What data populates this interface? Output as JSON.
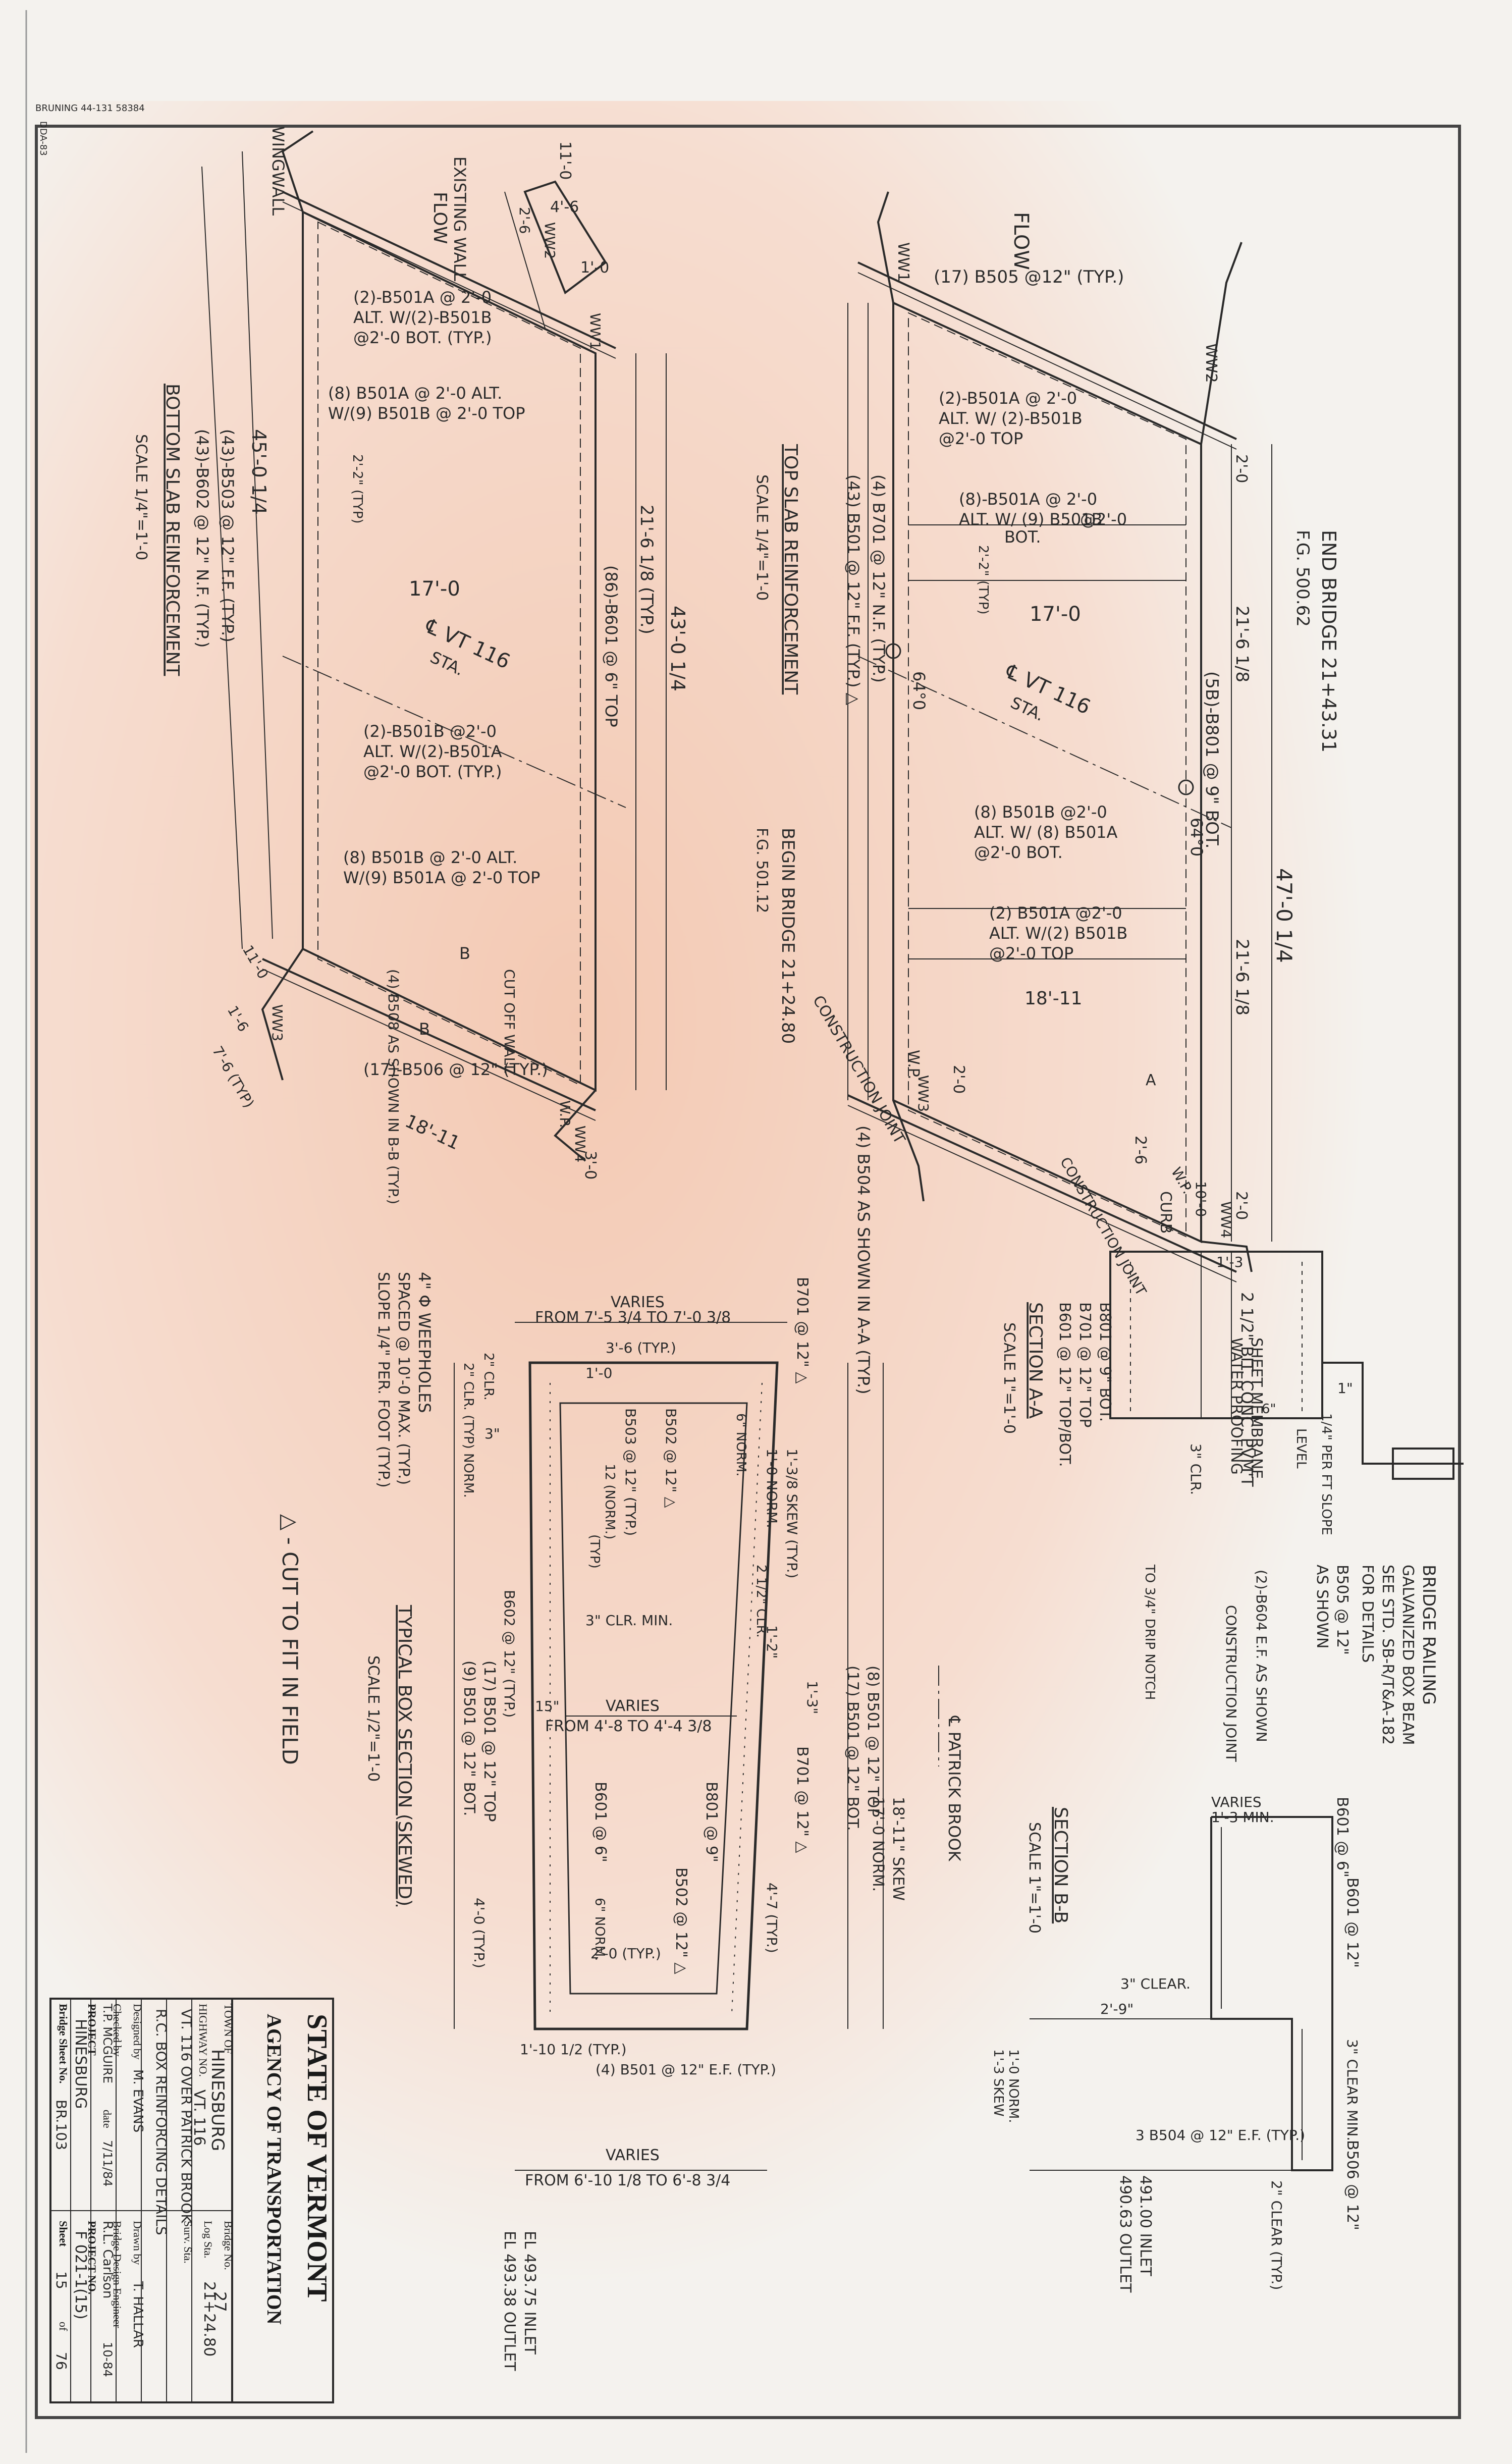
{
  "stamp": {
    "text": "BRUNING 44-131 58384",
    "code": "DDA-83"
  },
  "colors": {
    "paper": "#f4f2ee",
    "tint": "#f2cdbb",
    "ink": "#2a2a2a",
    "faint": "#8a8a8a"
  },
  "top_slab": {
    "title": "TOP SLAB REINFORCEMENT",
    "scale": "SCALE 1/4\"=1'-0",
    "flow": "FLOW",
    "ww1": "WW1",
    "ww2": "WW2",
    "ww3": "WW3",
    "ww4": "WW4",
    "callout_top": "(17) B505 @12\" (TYP.)",
    "end_bridge": "END BRIDGE 21+43.31",
    "end_fg": "F.G. 500.62",
    "dim_2_16a": "2'-0",
    "dim_21_6a": "21'-6 1/8",
    "bar_5b": "(5B)-B801 @ 9\" BOT.",
    "dim_47": "47'-0 1/4",
    "dim_21_6b": "21'-6 1/8",
    "dim_2_16b": "2'-0",
    "note1": "(2)-B501A @ 2'-0",
    "note1b": "ALT. W/ (2)-B501B",
    "note1c": "@2'-0 TOP",
    "note2": "(8)-B501A @ 2'-0",
    "note2b": "ALT. W/ (9) B501B",
    "note2c": "BOT.",
    "note2d": "@2'-0",
    "small_dim": "2'-2\" (TYP)",
    "dim_17": "17'-0",
    "cl": "℄ VT 116",
    "sta": "STA.",
    "skew_a": "64°0",
    "skew_b": "64°0",
    "note3": "(8) B501B @2'-0",
    "note3b": "ALT. W/ (8) B501A",
    "note3c": "@2'-0 BOT.",
    "note4": "(2) B501A @2'-0",
    "note4b": "ALT. W/(2) B501B",
    "note4c": "@2'-0 TOP",
    "dim_18": "18'-11",
    "bar_b701": "(4) B701 @ 12\" N.F. (TYP.)",
    "bar_b501": "(43) B501 @ 12\" F.F. (TYP.) △",
    "begin_bridge": "BEGIN BRIDGE 21+24.80",
    "begin_fg": "F.G. 501.12",
    "cjoint": "CONSTRUCTION JOINT",
    "wp": "W.P.",
    "curb": "CURB",
    "dim_2_6": "2'-6",
    "dim_2_0": "2'-0",
    "b504": "(4) B504 AS SHOWN IN A-A (TYP.)",
    "wp2": "W.P.",
    "dim_10_0": "10'-0",
    "cjoint2": "CONSTRUCTION JOINT",
    "letterA": "A"
  },
  "bottom_slab": {
    "title": "BOTTOM SLAB REINFORCEMENT",
    "scale": "SCALE 1/4\"=1'-0",
    "wingwall": "WINGWALL",
    "existing": "EXISTING WALL",
    "flow": "FLOW",
    "dim_11": "11'-0",
    "dim_4_6": "4'-6",
    "dim_1_0": "1'-0",
    "dim_2_6": "2'-6",
    "ww2": "WW2",
    "ww1": "WW1",
    "note1": "(2)-B501A @ 2'-0",
    "note1b": "ALT. W/(2)-B501B",
    "note1c": "@2'-0 BOT. (TYP.)",
    "note2": "(8) B501A @ 2'-0 ALT.",
    "note2b": "W/(9) B501B @ 2'-0 TOP",
    "small_dim": "2'-2\" (TYP)",
    "dim_45": "45'-0 1/4",
    "bar_b503": "(43)-B503 @ 12\" F.F. (TYP.)",
    "bar_b602": "(43)-B602 @ 12\" N.F. (TYP.)",
    "dim_21_6": "21'-6 1/8 (TYP.)",
    "dim_43": "43'-0 1/4",
    "bar_b601": "(86)-B601 @ 6\" TOP",
    "dim_17": "17'-0",
    "cl": "℄ VT 116",
    "sta": "STA.",
    "note3": "(2)-B501B @2'-0",
    "note3b": "ALT. W/(2)-B501A",
    "note3c": "@2'-0 BOT. (TYP.)",
    "note4": "(8) B501B @ 2'-0 ALT.",
    "note4b": "W/(9) B501A @ 2'-0 TOP",
    "b508": "(4) B508 AS SHOWN IN B-B (TYP.)",
    "b": "B",
    "cutoff": "CUT OFF WALL",
    "bar_b506": "(17)-B506 @ 12\" (TYP.)",
    "dim_18": "18'-11",
    "dim_3_0": "3'-0",
    "wp": "W.P.",
    "ww3": "WW3",
    "ww4": "WW4",
    "dim_11b": "11'-0",
    "dim_1_6": "1'-6",
    "dim_7_6": "7'-6 (TYP)"
  },
  "section_aa": {
    "title": "SECTION A-A",
    "scale": "SCALE 1\"=1'-0",
    "pave": "2 1/2\" BIT. CONC. PVM'T",
    "membrane": "SHEET MEMBRANE",
    "membrane2": "WATER PROOFING",
    "railing": "BRIDGE RAILING",
    "railing2": "GALVANIZED BOX BEAM",
    "railing3": "SEE STD. SB-R/T&A-182",
    "railing4": "FOR DETAILS",
    "b801": "B801 @ 9\" BOT.",
    "b701": "B701 @ 12\" TOP",
    "b601": "B601 @ 12\" TOP/BOT.",
    "dim_1_3": "1'-3",
    "dim_1": "1\"",
    "dim_3clr": "3\" CLR.",
    "level": "LEVEL",
    "slope": "1/4\" PER FT SLOPE",
    "cj": "CONSTRUCTION JOINT",
    "b505": "B505 @ 12\"",
    "b505b": "AS SHOWN",
    "b604": "(2)-B604 E.F. AS SHOWN",
    "drip": "TO 3/4\" DRIP NOTCH",
    "dim_6": "6\""
  },
  "section_bb": {
    "title": "SECTION B-B",
    "scale": "SCALE 1\"=1'-0",
    "varies": "VARIES",
    "varies2": "1'-3 MIN.",
    "b601": "B601 @ 6\"",
    "b602": "B601 @ 12\"",
    "clear3": "3\" CLEAR.",
    "dim_2_9": "2'-9\"",
    "clear3min": "3\" CLEAR MIN.",
    "b506": "B506 @ 12\"",
    "b504": "3 B504 @ 12\" E.F. (TYP.)",
    "clear2": "2\" CLEAR (TYP.)",
    "dim_1_0": "1'-0 NORM.",
    "dim_1_3": "1'-3 SKEW",
    "inlet": "491.00 INLET",
    "outlet": "490.63 OUTLET"
  },
  "box_section": {
    "title": "TYPICAL BOX SECTION (SKEWED)",
    "scale": "SCALE 1/2\"=1'-0",
    "weep": "4\" Φ WEEPHOLES",
    "weep2": "SPACED @ 10'-0 MAX. (TYP.)",
    "weep3": "SLOPE 1/4\" PER. FOOT (TYP.)",
    "varies_top": "VARIES",
    "from_top": "FROM 7'-5 3/4 TO 7'-0 3/8",
    "b701": "B701 @ 12\" △",
    "dim_3_6": "3'-6 (TYP.)",
    "dim_1_0": "1'-0",
    "dim_2clr": "2\" CLR.",
    "dim_3": "3\"",
    "norm_clr": "2\" CLR. (TYP) NORM.",
    "norm_6": "6\" NORM.",
    "b503": "B503 @ 12\" (TYP.)",
    "b502": "B502 @ 12\" △",
    "skew_1": "1'-3/8 SKEW (TYP.)",
    "skew_1b": "1'-0 NORM.",
    "norm_12": "12 (NORM.)",
    "typ": "(TYP)",
    "clr_2": "2 1/2\" CLR.",
    "clr_3": "3\" CLR. MIN.",
    "b602": "B602 @ 12\" (TYP.)",
    "b501": "(17) B501 @ 12\" TOP",
    "b501b": "(9) B501 @ 12\" BOT.",
    "b501c": "(8) B501 @ 12\" TOP",
    "b501d": "(17) B501 @ 12\" BOT.",
    "dim_15": "15\"",
    "dim_1_3": "1'-3\"",
    "dim_1_2": "1'-2\"",
    "varies_mid": "VARIES",
    "from_mid": "FROM 4'-8 TO 4'-4 3/8",
    "b601": "B601 @ 6\"",
    "b801": "B801 @ 9\"",
    "b701b": "B701 @ 12\" △",
    "skew_18": "18'-11\" SKEW",
    "norm_17": "17'-0 NORM.",
    "b502b": "B502 @ 12\" △",
    "norm_c": "6\" NORM.",
    "dim_2_0": "2'-0 (TYP.)",
    "dim_4_0": "4'-0 (TYP.)",
    "dim_4_7": "4'-7 (TYP.)",
    "dim_1_10": "1'-10 1/2 (TYP.)",
    "b501e": "(4) B501 @ 12\" E.F. (TYP.)",
    "varies_bot": "VARIES",
    "from_bot": "FROM 6'-10 1/8 TO 6'-8 3/4",
    "el_inlet": "EL 493.75 INLET",
    "el_outlet": "EL 493.38 OUTLET",
    "patrick": "℄ PATRICK BROOK"
  },
  "cut_note": "△ - CUT TO FIT IN FIELD",
  "title_block": {
    "state": "STATE OF VERMONT",
    "agency": "AGENCY OF TRANSPORTATION",
    "town_label": "TOWN OF",
    "town": "HINESBURG",
    "bridge_label": "Bridge No.",
    "bridge_no": "27",
    "hwy_label": "HIGHWAY NO.",
    "hwy": "VT. 116",
    "log_label": "Log Sta.",
    "log": "21+24.80",
    "surv_label": "Surv. Sta.",
    "surv": "",
    "desc1": "VT. 116 OVER PATRICK BROOK",
    "desc2": "R.C. BOX REINFORCING DETAILS",
    "designed_label": "Designed by",
    "designed": "M. EVANS",
    "drawn_label": "Drawn by",
    "drawn": "T. HALLAR",
    "checked_label": "Checked by",
    "checked": "T.P. MCGUIRE",
    "date_label": "date",
    "date": "7/11/84",
    "approved_label": "Bridge Design Engineer",
    "approved": "R.L. Carlson",
    "date2": "10-84",
    "project_label": "PROJECT",
    "project_no_label": "PROJECT NO.",
    "project": "HINESBURG",
    "project_no": "F 021-1(15)",
    "sheet_no_label": "Bridge Sheet No.",
    "sheet_no": "BR.103",
    "sheet_label": "Sheet",
    "sheet": "15",
    "of_label": "of",
    "of": "76"
  }
}
